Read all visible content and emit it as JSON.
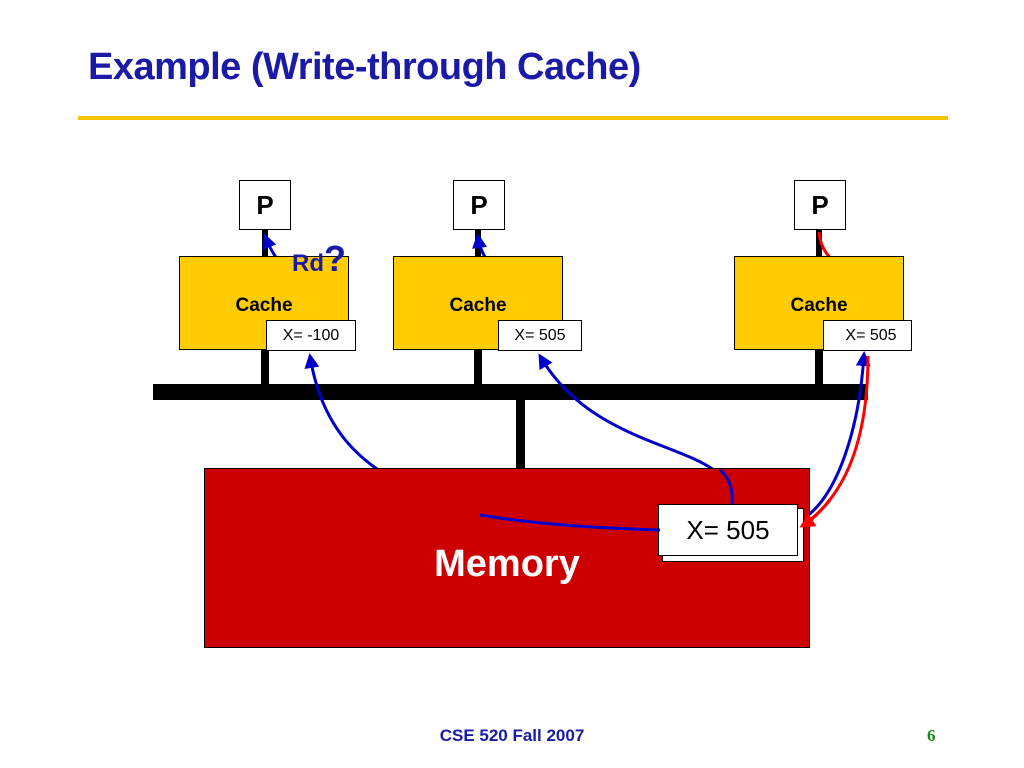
{
  "title": "Example (Write-through Cache)",
  "colors": {
    "title": "#1a1aa6",
    "rule": "#f5c400",
    "cache": "#ffcc00",
    "memory": "#cc0000",
    "read_arrow": "#0000cc",
    "write_arrow": "#ff0000"
  },
  "processors": [
    {
      "label": "P"
    },
    {
      "label": "P"
    },
    {
      "label": "P"
    }
  ],
  "caches": [
    {
      "label": "Cache",
      "value": "X= -100"
    },
    {
      "label": "Cache",
      "value": "X= 505"
    },
    {
      "label": "Cache",
      "value": "X= 505"
    }
  ],
  "annotation": {
    "rd": "Rd",
    "question": "?"
  },
  "memory": {
    "label": "Memory",
    "value": "X= 505"
  },
  "footer": {
    "course": "CSE 520 Fall 2007",
    "page": "6"
  }
}
